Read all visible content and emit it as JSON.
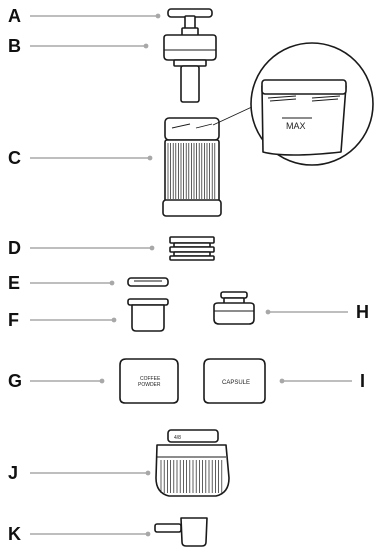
{
  "labels": {
    "a": "A",
    "b": "B",
    "c": "C",
    "d": "D",
    "e": "E",
    "f": "F",
    "g": "G",
    "h": "H",
    "i": "I",
    "j": "J",
    "k": "K"
  },
  "texts": {
    "coffee_line1": "COFFEE",
    "coffee_line2": "POWDER",
    "capsule": "CAPSULE",
    "max": "MAX",
    "jug_mark": "4/8"
  },
  "colors": {
    "leader": "#a8a8a8",
    "outline": "#1a1a1a",
    "fill": "#ffffff"
  }
}
